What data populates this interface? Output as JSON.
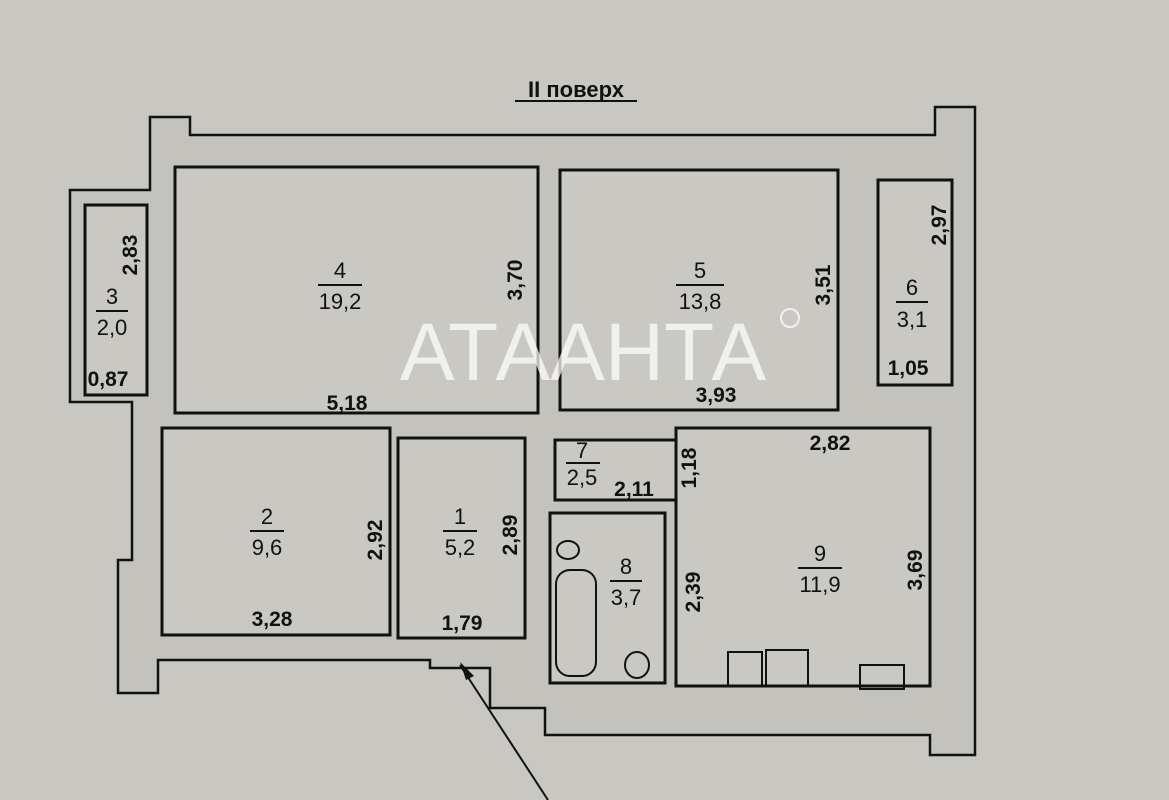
{
  "title": "II поверх",
  "watermark": "АТААНТА",
  "watermark_mark": "®",
  "rooms": [
    {
      "number": "1",
      "area": "5,2",
      "dims": [
        "2,89",
        "1,79"
      ]
    },
    {
      "number": "2",
      "area": "9,6",
      "dims": [
        "2,92",
        "3,28"
      ]
    },
    {
      "number": "3",
      "area": "2,0",
      "dims": [
        "2,83",
        "0,87"
      ]
    },
    {
      "number": "4",
      "area": "19,2",
      "dims": [
        "3,70",
        "5,18"
      ]
    },
    {
      "number": "5",
      "area": "13,8",
      "dims": [
        "3,51",
        "3,93"
      ]
    },
    {
      "number": "6",
      "area": "3,1",
      "dims": [
        "2,97",
        "1,05"
      ]
    },
    {
      "number": "7",
      "area": "2,5",
      "dims": [
        "1,18",
        "2,11"
      ]
    },
    {
      "number": "8",
      "area": "3,7",
      "dims": []
    },
    {
      "number": "9",
      "area": "11,9",
      "dims": [
        "2,82",
        "3,69",
        "2,39"
      ]
    }
  ]
}
